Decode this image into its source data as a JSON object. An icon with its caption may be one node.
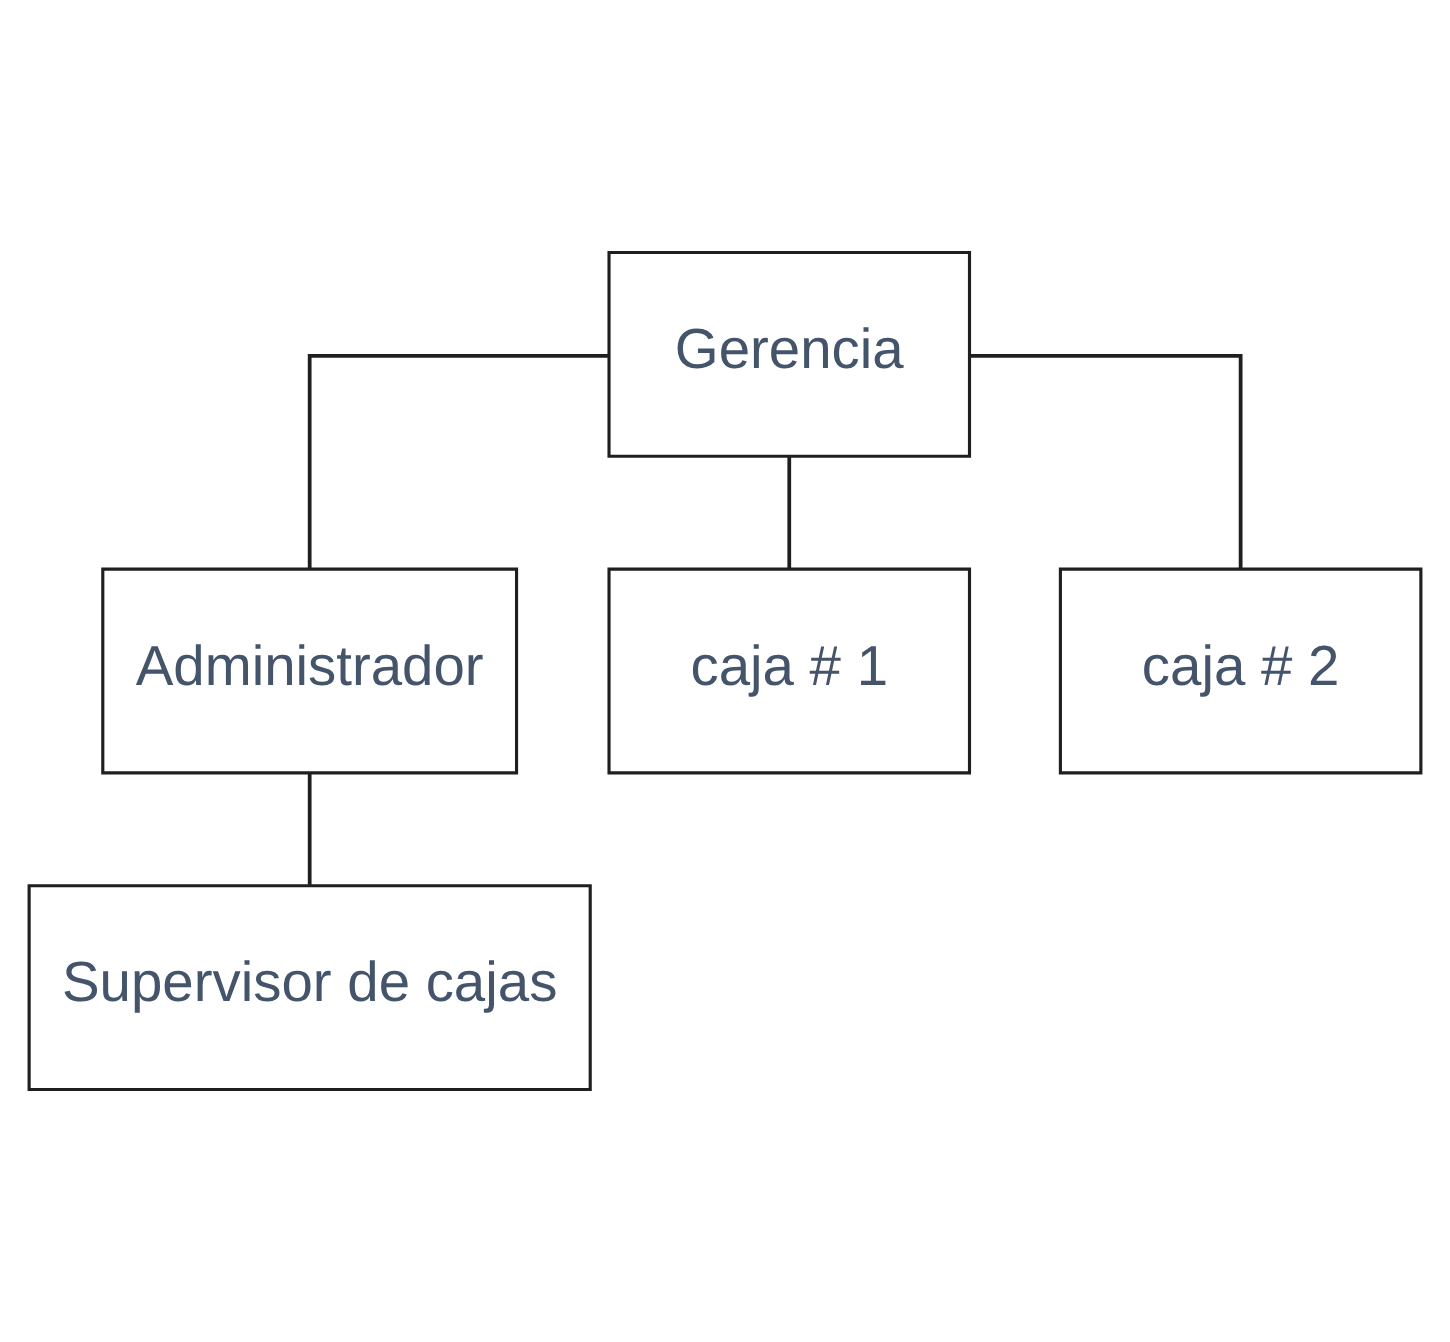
{
  "diagram": {
    "nodes": [
      {
        "text": [
          "Gerencia"
        ]
      },
      {
        "text": [
          "Administrador"
        ]
      },
      {
        "text": [
          "Supervisor de cajas"
        ]
      },
      {
        "text": [
          "caja # 1"
        ]
      },
      {
        "text": [
          "caja # 2"
        ]
      }
    ],
    "edges": [
      {
        "from": 0,
        "to": 1,
        "arrow": "none"
      },
      {
        "from": 1,
        "to": 2,
        "arrow": "none"
      },
      {
        "from": 0,
        "to": 3,
        "arrow": "none"
      },
      {
        "from": 0,
        "to": 4,
        "arrow": "none"
      }
    ]
  }
}
